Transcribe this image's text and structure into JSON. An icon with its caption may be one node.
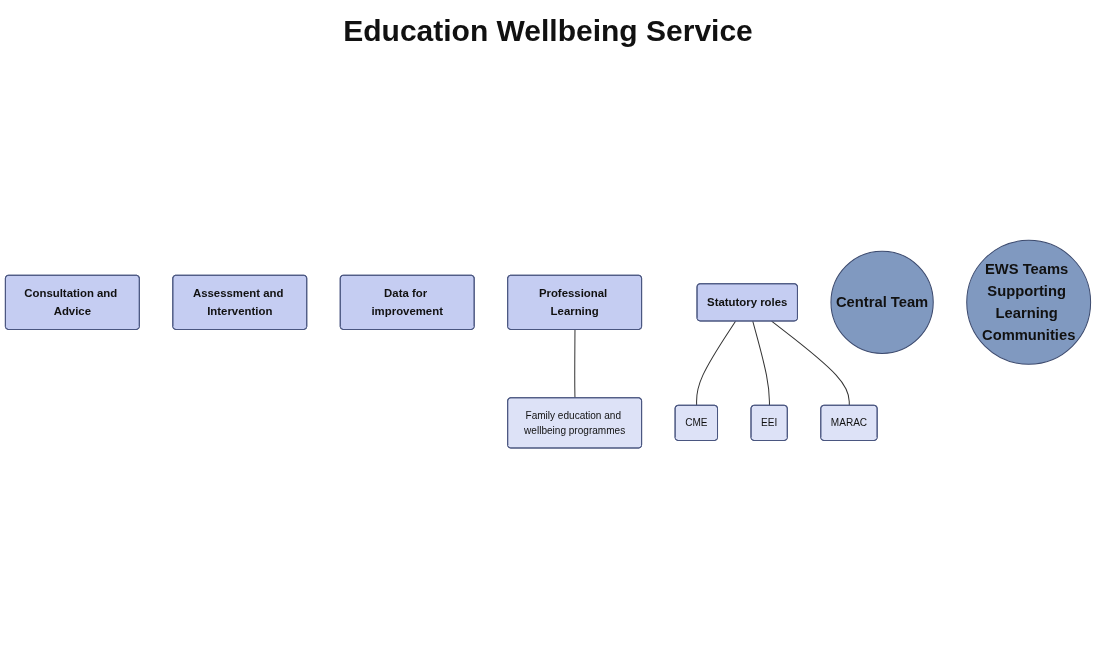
{
  "diagram": {
    "title": "Education Wellbeing Service",
    "nodes": [
      {
        "text": [
          "Consultation and Advice"
        ]
      },
      {
        "text": [
          "Assessment and Intervention"
        ]
      },
      {
        "text": [
          "Data for improvement"
        ]
      },
      {
        "text": [
          "Professional Learning"
        ]
      },
      {
        "text": [
          "Family education and wellbeing programmes"
        ]
      },
      {
        "text": [
          "Central Team"
        ]
      },
      {
        "text": [
          "EWS Teams Supporting Learning Communities"
        ]
      },
      {
        "text": [
          "Statutory roles"
        ]
      },
      {
        "text": [
          "CME"
        ]
      },
      {
        "text": [
          "EEI"
        ]
      },
      {
        "text": [
          "MARAC"
        ]
      }
    ],
    "edges": [
      {
        "from": 3,
        "to": 4,
        "arrow": "none"
      },
      {
        "from": 7,
        "to": 8,
        "arrow": "none"
      },
      {
        "from": 7,
        "to": 9,
        "arrow": "none"
      },
      {
        "from": 7,
        "to": 10,
        "arrow": "none"
      }
    ]
  }
}
